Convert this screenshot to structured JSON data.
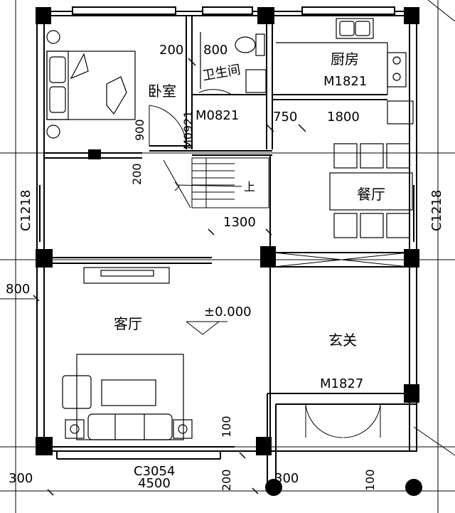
{
  "rooms": {
    "bedroom": "卧室",
    "toilet": "卫生间",
    "kitchen": "厨房",
    "dining": "餐厅",
    "living": "客厅",
    "foyer": "玄关"
  },
  "doors": {
    "kitchen": "M1821",
    "toilet": "M0821",
    "bedroom": "M0921",
    "entry": "M1827"
  },
  "windows": {
    "left": "C1218",
    "right": "C1218",
    "front": "C3054"
  },
  "dimensions": {
    "d200_top": "200",
    "d800_top": "800",
    "d750": "750",
    "d1800": "1800",
    "d900": "900",
    "d200_stair": "200",
    "d1300": "1300",
    "d800_left": "800",
    "d100_front": "100",
    "d300_left": "300",
    "d4500": "4500",
    "d200_bottom": "200",
    "d300_bottom": "300",
    "d100_bottom": "100"
  },
  "stairs": {
    "up": "上"
  },
  "elevation": "±0.000"
}
